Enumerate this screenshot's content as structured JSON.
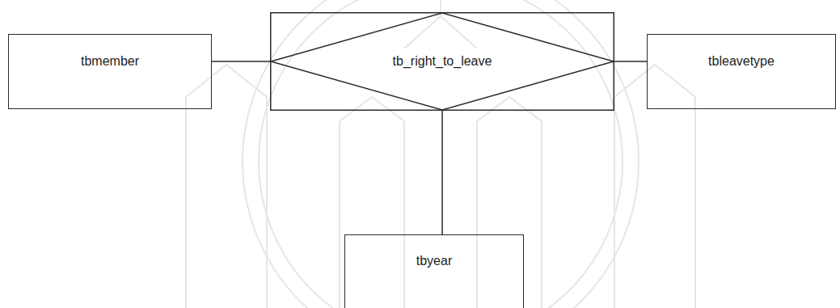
{
  "diagram": {
    "nodes": [
      {
        "text": [
          "tbmember"
        ]
      },
      {
        "text": [
          "tb_right_to_leave"
        ]
      },
      {
        "text": [
          "tbleavetype"
        ]
      },
      {
        "text": [
          "tbyear"
        ]
      }
    ],
    "edges": [
      {
        "from": 0,
        "to": 1,
        "arrow": "none"
      },
      {
        "from": 1,
        "to": 2,
        "arrow": "none"
      },
      {
        "from": 1,
        "to": 3,
        "arrow": "none"
      }
    ]
  }
}
